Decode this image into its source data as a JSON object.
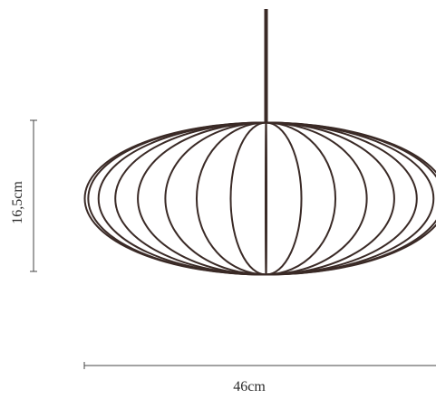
{
  "dimensions": {
    "height_label": "16,5cm",
    "width_label": "46cm"
  },
  "colors": {
    "line": "#3a2a26",
    "dimension_line": "#444444",
    "background": "#ffffff"
  },
  "lamp": {
    "rib_count": 17
  }
}
